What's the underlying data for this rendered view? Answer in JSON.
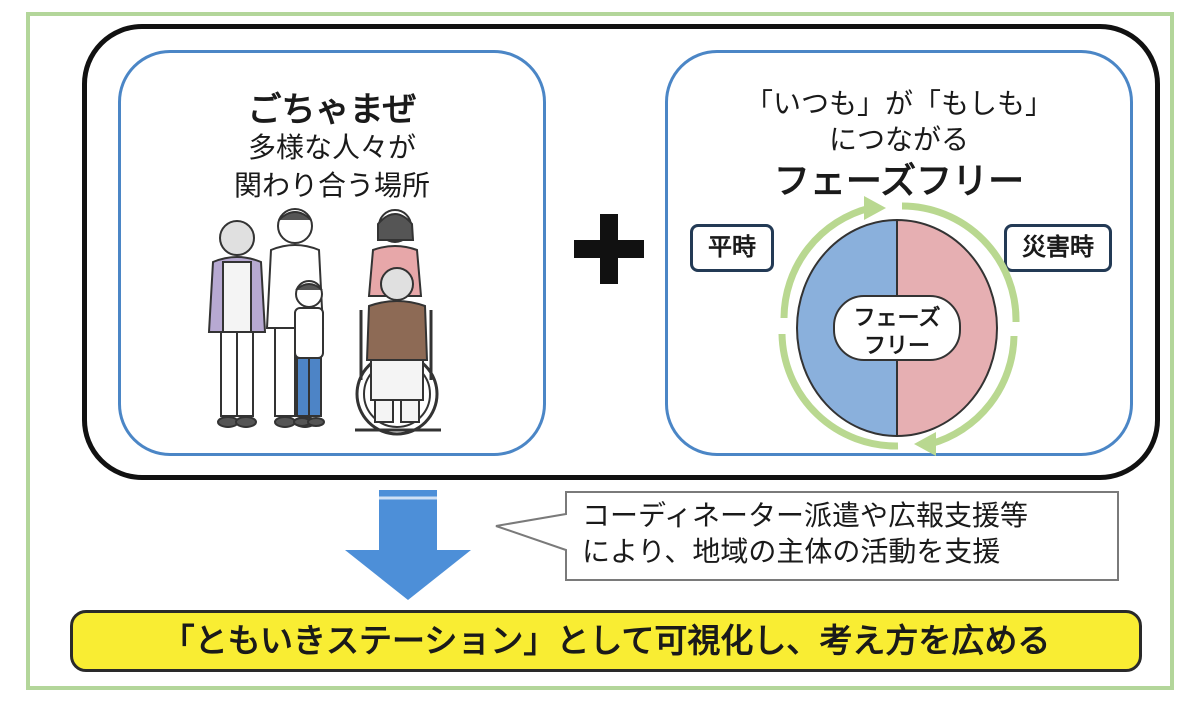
{
  "left_panel": {
    "title": "ごちゃまぜ",
    "line1": "多様な人々が",
    "line2": "関わり合う場所"
  },
  "right_panel": {
    "line1": "「いつも」が「もしも」",
    "line2": "につながる",
    "title": "フェーズフリー",
    "tag_normal": "平時",
    "tag_disaster": "災害時",
    "center_line1": "フェーズ",
    "center_line2": "フリー"
  },
  "callout": {
    "line1": "コーディネーター派遣や広報支援等",
    "line2": "により、地域の主体の活動を支援"
  },
  "banner": {
    "text": "「ともいきステーション」として可視化し、考え方を広める"
  },
  "colors": {
    "frame_green": "#b3d69a",
    "panel_blue": "#4b86c6",
    "half_blue": "#8ab0dc",
    "half_pink": "#e6afb2",
    "cycle_green": "#b9d890",
    "banner_yellow": "#f9ed33",
    "arrow_blue": "#4d8fd8"
  }
}
